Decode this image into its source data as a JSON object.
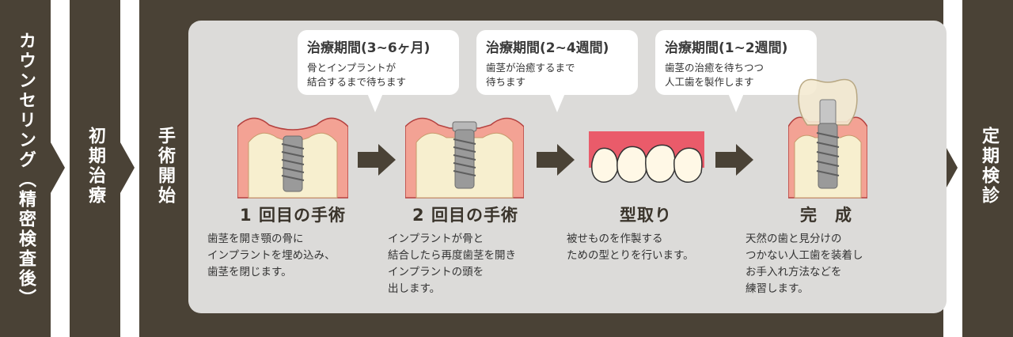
{
  "sidebar_left": [
    {
      "label": "カウンセリング（精密検査後）"
    },
    {
      "label": "初期治療"
    },
    {
      "label": "手術開始"
    }
  ],
  "sidebar_right": {
    "label": "定期検診"
  },
  "bubbles": [
    {
      "title": "治療期間(3~6ヶ月)",
      "text": "骨とインプラントが\n結合するまで待ちます"
    },
    {
      "title": "治療期間(2~4週間)",
      "text": "歯茎が治癒するまで\n待ちます"
    },
    {
      "title": "治療期間(1~2週間)",
      "text": "歯茎の治癒を待ちつつ\n人工歯を製作します"
    }
  ],
  "steps": [
    {
      "title": "1 回目の手術",
      "desc": "歯茎を開き顎の骨に\nインプラントを埋め込み、\n歯茎を閉じます。"
    },
    {
      "title": "2 回目の手術",
      "desc": "インプラントが骨と\n結合したら再度歯茎を開き\nインプラントの頭を\n出します。"
    },
    {
      "title": "型取り",
      "desc": "被せものを作製する\nための型とりを行います。"
    },
    {
      "title": "完　成",
      "desc": "天然の歯と見分けの\nつかない人工歯を装着し\nお手入れ方法などを\n練習します。"
    }
  ],
  "colors": {
    "dark": "#4a4236",
    "panel": "#dcdbd9",
    "gum": "#f3a294",
    "bone": "#f7efcf",
    "implant": "#9a9a9a"
  }
}
